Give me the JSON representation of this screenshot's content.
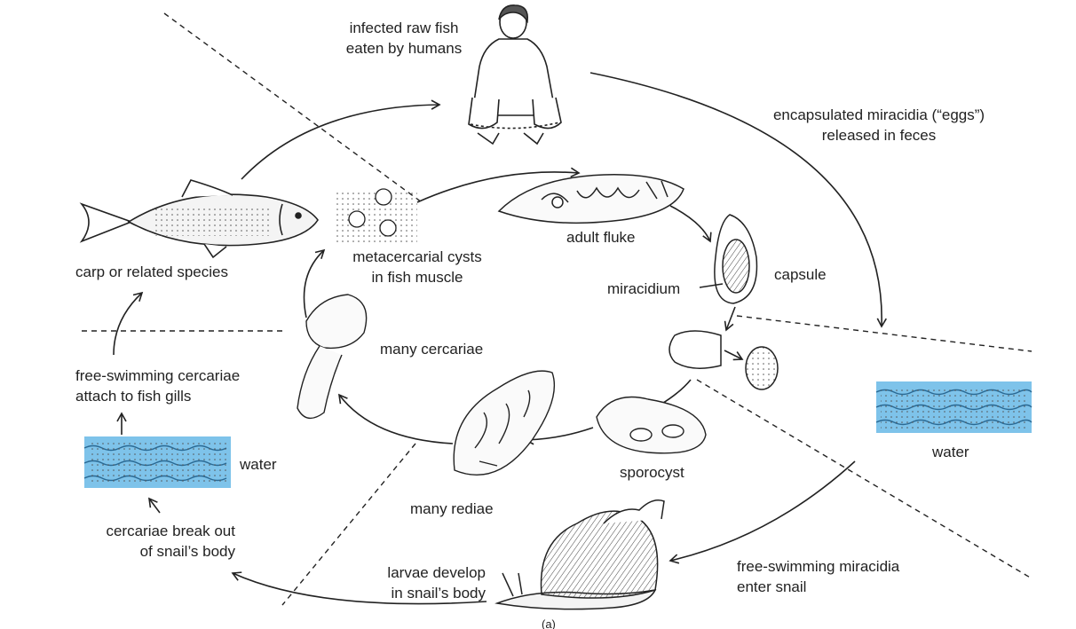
{
  "labels": {
    "humans": [
      "infected raw fish",
      "eaten by humans"
    ],
    "feces": [
      "encapsulated miracidia (“eggs”)",
      "released in feces"
    ],
    "adult_fluke": "adult fluke",
    "capsule": "capsule",
    "miracidium": "miracidium",
    "metacercarial": [
      "metacercarial cysts",
      "in fish muscle"
    ],
    "carp": "carp or related species",
    "many_cercariae": "many cercariae",
    "free_swim_cercariae": [
      "free-swimming cercariae",
      "attach to fish gills"
    ],
    "water_left": "water",
    "water_right": "water",
    "sporocyst": "sporocyst",
    "many_rediae": "many rediae",
    "cercariae_break": [
      "cercariae break out",
      "of snail’s body"
    ],
    "larvae_develop": [
      "larvae develop",
      "in snail’s body"
    ],
    "free_swim_miracidia": [
      "free-swimming miracidia",
      "enter snail"
    ],
    "figure_tag": "(a)"
  },
  "colors": {
    "water": "#7ec3ea",
    "ink": "#222222"
  }
}
